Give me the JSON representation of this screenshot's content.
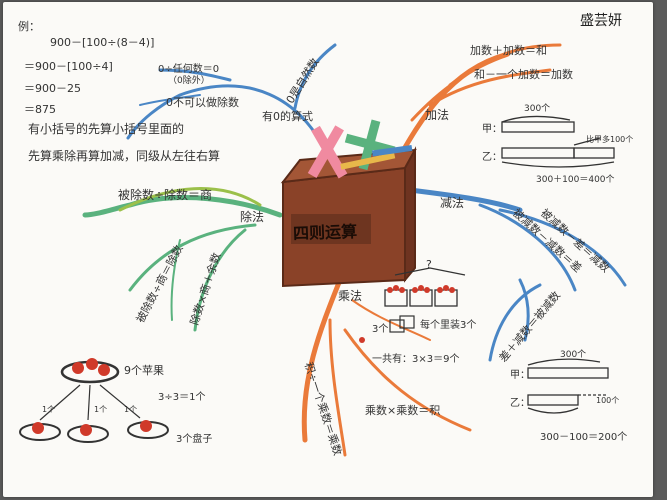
{
  "author": "盛芸妍",
  "center": {
    "title": "四则运算"
  },
  "example": {
    "label": "例：",
    "lines": [
      "900－[100÷(8－4)]",
      "＝900－[100÷4]",
      "＝900－25",
      "＝875"
    ],
    "rule1": "有小括号的先算小括号里面的",
    "rule2": "先算乘除再算加减，同级从左往右算"
  },
  "order_branch": {
    "label": "有0的算式",
    "item1": "0是自然数",
    "item2_line1": "0÷任何数＝0",
    "item2_line2": "（0除外）",
    "item3": "0不可以做除数"
  },
  "addition": {
    "label": "加法",
    "rule1": "加数＋加数＝和",
    "rule2": "和－一个加数＝加数",
    "jia": "甲：",
    "yi": "乙：",
    "total": "300个",
    "more": "比甲多100个",
    "calc": "300＋100＝400个"
  },
  "subtraction": {
    "label": "减法",
    "rule1": "被减数－减数＝差",
    "rule2": "被减数－差＝减数",
    "rule3": "差＋减数＝被减数",
    "jia": "甲：",
    "yi": "乙：",
    "total": "300个",
    "less": "100个",
    "calc": "300－100＝200个"
  },
  "multiplication": {
    "label": "乘法",
    "question": "?",
    "note": "3个",
    "each": "每个里装3个",
    "total": "一共有：3×3＝9个",
    "rule1": "乘数×乘数＝积",
    "rule2": "积÷一个乘数＝乘数"
  },
  "division": {
    "label": "除法",
    "rule1": "被除数÷除数＝商",
    "rule2": "被除数÷商＝除数",
    "rule3": "除数×商＋余数",
    "apples": "9个苹果",
    "calc": "3÷3＝1个",
    "plates": "3个盘子",
    "each": "1个"
  },
  "colors": {
    "orange": "#ea7a3a",
    "blue": "#4a86c5",
    "green": "#5ab27e",
    "yellowgreen": "#9bc04a",
    "red": "#d03a2a",
    "box": "#8a4228",
    "box_dark": "#5a2a18",
    "pink": "#f08aa0"
  }
}
